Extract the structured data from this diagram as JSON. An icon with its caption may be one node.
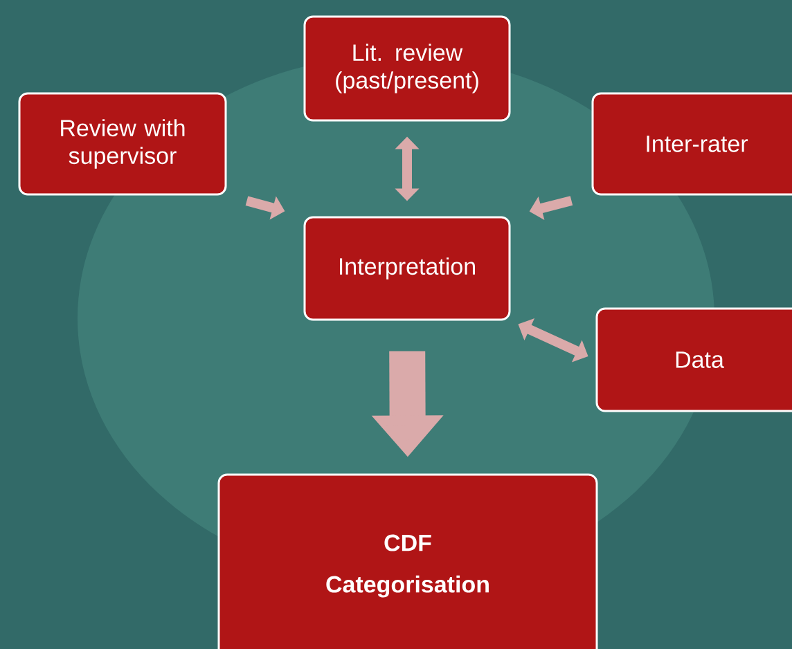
{
  "diagram": {
    "nodes": [
      {
        "text": [
          "Lit. review (past/present)"
        ]
      },
      {
        "text": [
          "Review with supervisor"
        ]
      },
      {
        "text": [
          "Inter-rater"
        ]
      },
      {
        "text": [
          "Interpretation"
        ]
      },
      {
        "text": [
          "Data"
        ]
      },
      {
        "text": [
          "**CDF**",
          "**Categorisation**"
        ]
      }
    ],
    "edges": [
      {
        "from": 0,
        "to": 3,
        "arrow": "both"
      },
      {
        "from": 1,
        "to": 3,
        "arrow": "to"
      },
      {
        "from": 2,
        "to": 3,
        "arrow": "to"
      },
      {
        "from": 3,
        "to": 4,
        "arrow": "both"
      },
      {
        "from": 3,
        "to": 5,
        "arrow": "to",
        "style": "thick"
      }
    ]
  }
}
